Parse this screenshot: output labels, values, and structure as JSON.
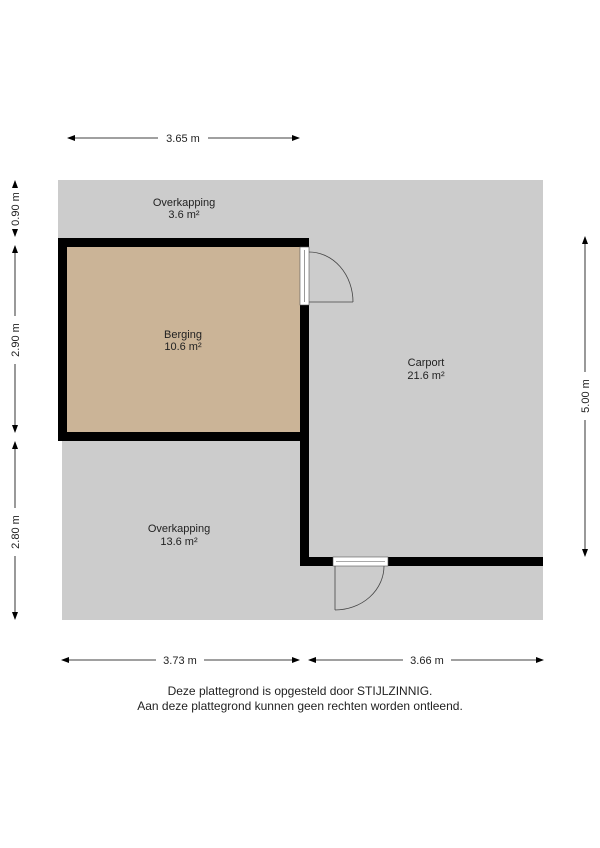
{
  "rooms": [
    {
      "name": "Overkapping",
      "area": "3.6 m²"
    },
    {
      "name": "Berging",
      "area": "10.6 m²"
    },
    {
      "name": "Carport",
      "area": "21.6 m²"
    },
    {
      "name": "Overkapping",
      "area": "13.6 m²"
    }
  ],
  "dimensions": {
    "top": "3.65 m",
    "left_top": "0.90 m",
    "left_middle": "2.90 m",
    "left_bottom": "2.80 m",
    "right": "5.00 m",
    "bottom_left": "3.73 m",
    "bottom_right": "3.66 m"
  },
  "footer": {
    "line1": "Deze plattegrond is opgesteld door STIJLZINNIG.",
    "line2": "Aan deze plattegrond kunnen geen rechten worden ontleend."
  },
  "colors": {
    "covered": "#cccccc",
    "storage": "#cbb497",
    "wall": "#000000"
  }
}
